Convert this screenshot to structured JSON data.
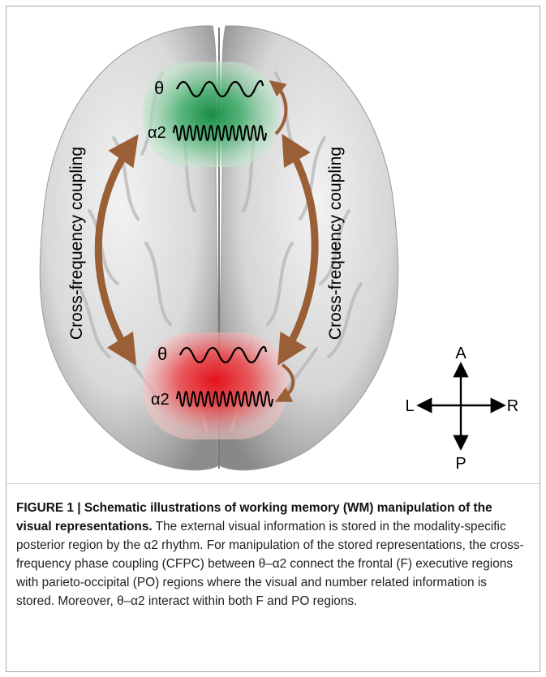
{
  "diagram": {
    "frontal_region": {
      "theta_label": "θ",
      "alpha_label": "α2",
      "color": "#1f9a55"
    },
    "posterior_region": {
      "theta_label": "θ",
      "alpha_label": "α2",
      "color": "#e8202a"
    },
    "left_coupling_label": "Cross-frequency coupling",
    "right_coupling_label": "Cross-frequency coupling",
    "arrow_color": "#9a5f36",
    "compass": {
      "anterior": "A",
      "posterior": "P",
      "left": "L",
      "right": "R"
    }
  },
  "caption": {
    "title": "FIGURE 1 | Schematic illustrations of working memory (WM) manipulation of the visual representations.",
    "body": " The external visual information is stored in the modality-specific posterior region by the α2 rhythm. For manipulation of the stored representations, the cross-frequency phase coupling (CFPC) between θ–α2 connect the frontal (F) executive regions with parieto-occipital (PO) regions where the visual and number related information is stored. Moreover, θ–α2 interact within both F and PO regions."
  }
}
